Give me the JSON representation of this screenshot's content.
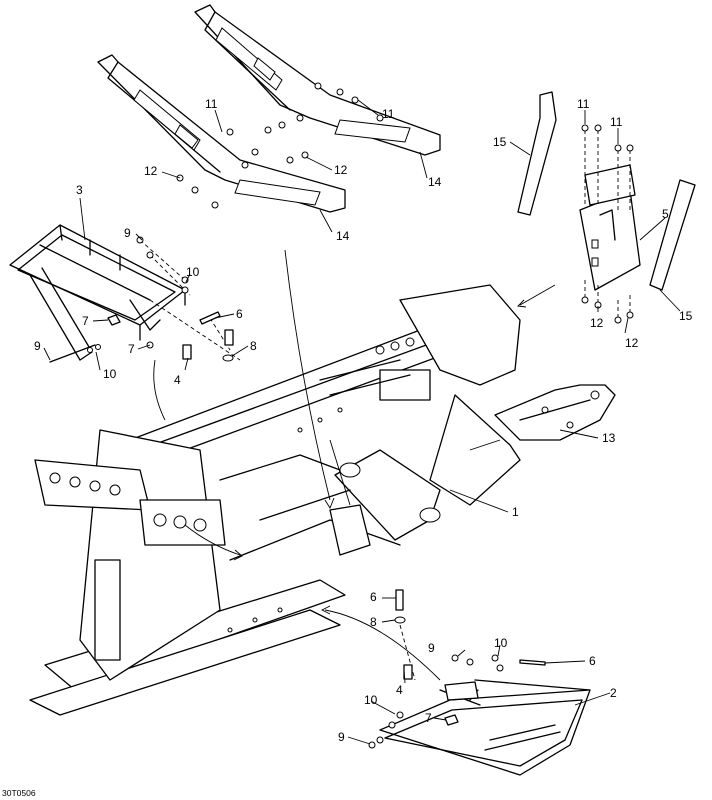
{
  "diagram_code": "30T0506",
  "callouts": [
    {
      "id": "c1",
      "label": "1"
    },
    {
      "id": "c2",
      "label": "2"
    },
    {
      "id": "c3",
      "label": "3"
    },
    {
      "id": "c4a",
      "label": "4"
    },
    {
      "id": "c4b",
      "label": "4"
    },
    {
      "id": "c5",
      "label": "5"
    },
    {
      "id": "c6a",
      "label": "6"
    },
    {
      "id": "c6b",
      "label": "6"
    },
    {
      "id": "c6c",
      "label": "6"
    },
    {
      "id": "c7a",
      "label": "7"
    },
    {
      "id": "c7b",
      "label": "7"
    },
    {
      "id": "c7c",
      "label": "7"
    },
    {
      "id": "c8a",
      "label": "8"
    },
    {
      "id": "c8b",
      "label": "8"
    },
    {
      "id": "c9a",
      "label": "9"
    },
    {
      "id": "c9b",
      "label": "9"
    },
    {
      "id": "c9c",
      "label": "9"
    },
    {
      "id": "c9d",
      "label": "9"
    },
    {
      "id": "c10a",
      "label": "10"
    },
    {
      "id": "c10b",
      "label": "10"
    },
    {
      "id": "c10c",
      "label": "10"
    },
    {
      "id": "c10d",
      "label": "10"
    },
    {
      "id": "c11a",
      "label": "11"
    },
    {
      "id": "c11b",
      "label": "11"
    },
    {
      "id": "c11c",
      "label": "11"
    },
    {
      "id": "c11d",
      "label": "11"
    },
    {
      "id": "c12a",
      "label": "12"
    },
    {
      "id": "c12b",
      "label": "12"
    },
    {
      "id": "c12c",
      "label": "12"
    },
    {
      "id": "c12d",
      "label": "12"
    },
    {
      "id": "c13",
      "label": "13"
    },
    {
      "id": "c14a",
      "label": "14"
    },
    {
      "id": "c14b",
      "label": "14"
    },
    {
      "id": "c15a",
      "label": "15"
    },
    {
      "id": "c15b",
      "label": "15"
    }
  ]
}
